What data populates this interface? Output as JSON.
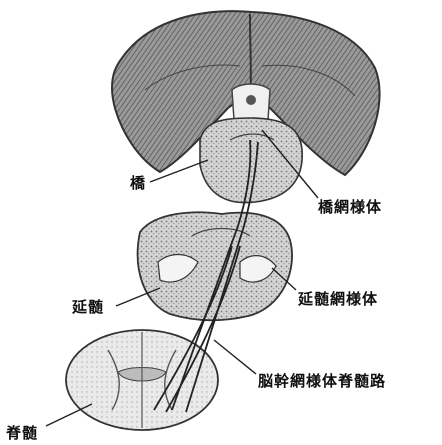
{
  "labels": {
    "pons": "橋",
    "pontine_reticular_formation": "橋網様体",
    "medullary_reticular_formation": "延髄網様体",
    "medulla": "延髄",
    "brainstem_reticulospinal_tract": "脳幹網様体脊髄路",
    "spinal_cord": "脊髄"
  }
}
